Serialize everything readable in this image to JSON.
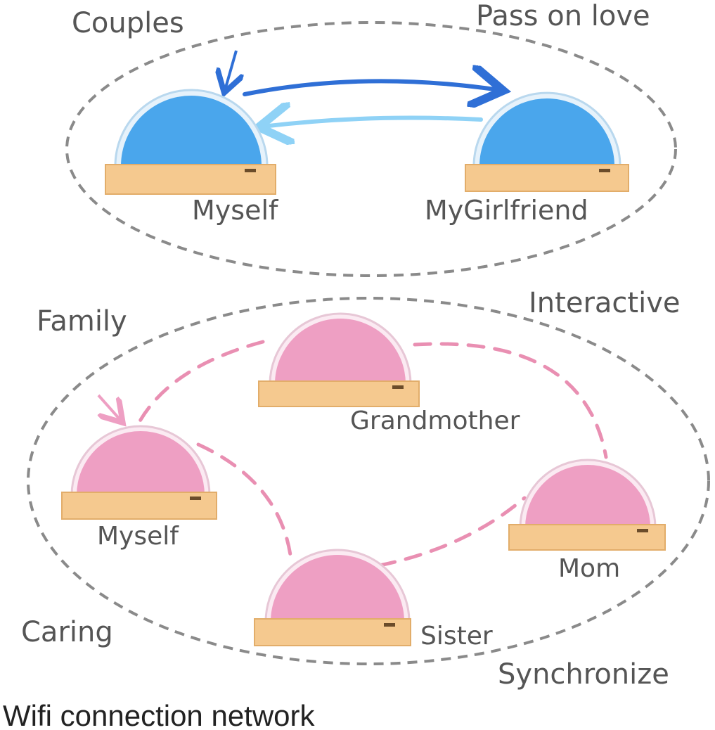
{
  "colors": {
    "ring": "#8a8a8a",
    "blue_lamp": "#4aa6ec",
    "blue_arrow_dark": "#2f6fd6",
    "blue_arrow_light": "#8fd2f6",
    "pink_lamp": "#ee9fc3",
    "pink_link": "#e98fb2",
    "wood": "#f5c98f",
    "label": "#555555"
  },
  "couples": {
    "group_label": "Couples",
    "tag": "Pass on love",
    "nodes": [
      {
        "id": "myself",
        "label": "Myself"
      },
      {
        "id": "girlfriend",
        "label": "MyGirlfriend"
      }
    ]
  },
  "family": {
    "group_label": "Family",
    "tags": [
      "Interactive",
      "Caring",
      "Synchronize"
    ],
    "nodes": [
      {
        "id": "grandmother",
        "label": "Grandmother"
      },
      {
        "id": "myself",
        "label": "Myself"
      },
      {
        "id": "mom",
        "label": "Mom"
      },
      {
        "id": "sister",
        "label": "Sister"
      }
    ]
  },
  "caption": "Wifi connection network"
}
